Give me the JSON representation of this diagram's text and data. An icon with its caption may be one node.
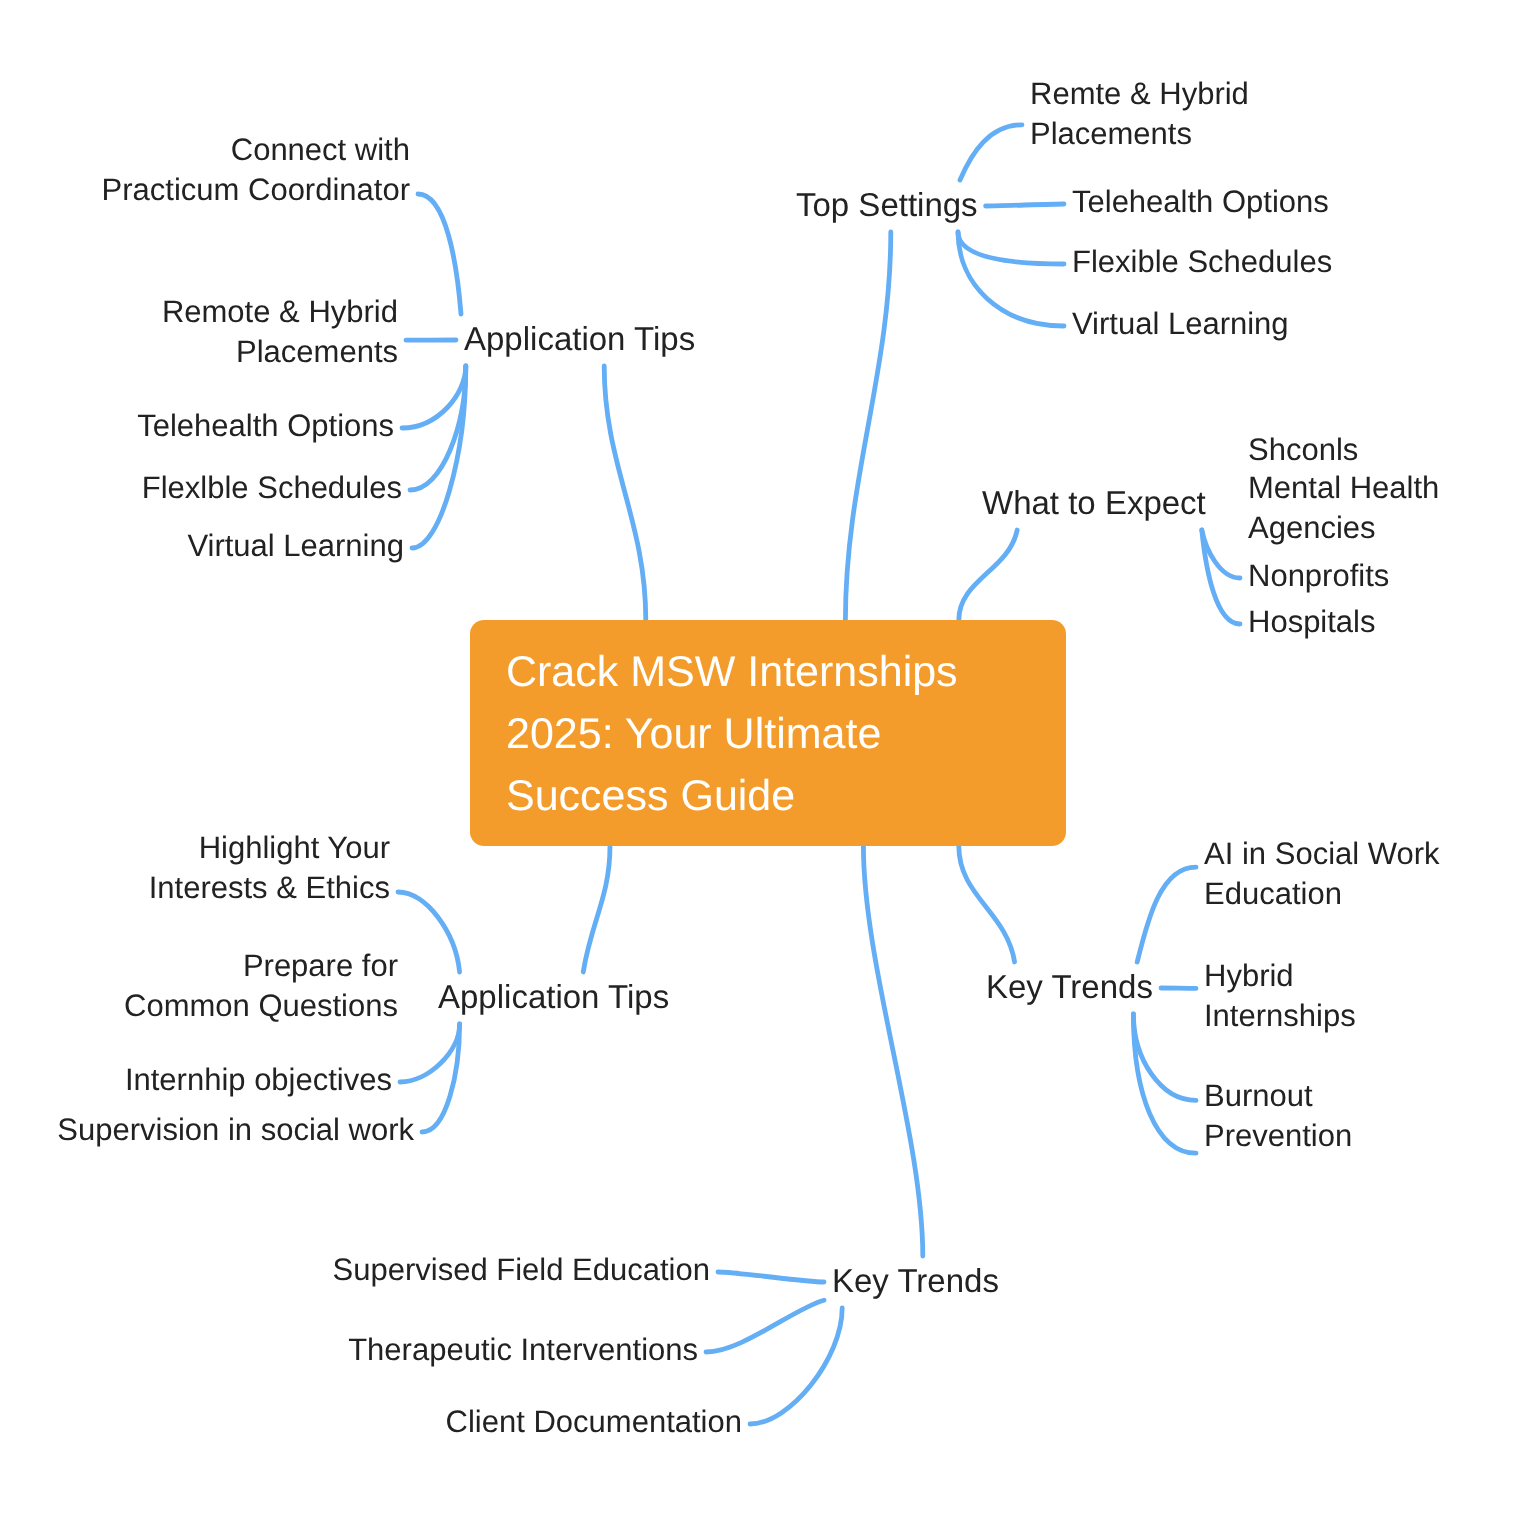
{
  "diagram": {
    "nodes": [
      {
        "text": [
          "Crack MSW Internships 2025: Your Ultimate Success Guide"
        ]
      },
      {
        "text": [
          "Top Settings"
        ]
      },
      {
        "text": [
          "Remte & Hybrid Placements"
        ]
      },
      {
        "text": [
          "Telehealth Options"
        ]
      },
      {
        "text": [
          "Flexible Schedules"
        ]
      },
      {
        "text": [
          "Virtual Learning"
        ]
      },
      {
        "text": [
          "Connect with Practicum Coordinator"
        ]
      },
      {
        "text": [
          "Application Tips"
        ]
      },
      {
        "text": [
          "Remote & Hybrid Placements"
        ]
      },
      {
        "text": [
          "Telehealth Options"
        ]
      },
      {
        "text": [
          "Flexlble Schedules"
        ]
      },
      {
        "text": [
          "Virtual Learning"
        ]
      },
      {
        "text": [
          "What to Expect"
        ]
      },
      {
        "text": [
          "Nonprofits"
        ]
      },
      {
        "text": [
          "Hospitals"
        ]
      },
      {
        "text": [
          "Key Trends"
        ]
      },
      {
        "text": [
          "AI in Social Work Education"
        ]
      },
      {
        "text": [
          "Hybrid Internships"
        ]
      },
      {
        "text": [
          "Burnout Prevention"
        ]
      },
      {
        "text": [
          "Highlight Your Interests & Ethics"
        ]
      },
      {
        "text": [
          "Application Tips"
        ]
      },
      {
        "text": [
          "Internhip objectives"
        ]
      },
      {
        "text": [
          "Supervision in social work"
        ]
      },
      {
        "text": [
          "Key Trends"
        ]
      },
      {
        "text": [
          "Supervised Field Education"
        ]
      },
      {
        "text": [
          "Therapeutic Interventions"
        ]
      },
      {
        "text": [
          "Client Documentation"
        ]
      }
    ],
    "edges": [
      {
        "from": 0,
        "to": 1,
        "arrow": "none"
      },
      {
        "from": 1,
        "to": 2,
        "arrow": "none"
      },
      {
        "from": 1,
        "to": 3,
        "arrow": "none"
      },
      {
        "from": 1,
        "to": 4,
        "arrow": "none"
      },
      {
        "from": 1,
        "to": 5,
        "arrow": "none"
      },
      {
        "from": 0,
        "to": 7,
        "arrow": "none"
      },
      {
        "from": 7,
        "to": 6,
        "arrow": "none"
      },
      {
        "from": 7,
        "to": 8,
        "arrow": "none"
      },
      {
        "from": 7,
        "to": 9,
        "arrow": "none"
      },
      {
        "from": 7,
        "to": 10,
        "arrow": "none"
      },
      {
        "from": 7,
        "to": 11,
        "arrow": "none"
      },
      {
        "from": 0,
        "to": 12,
        "arrow": "none"
      },
      {
        "from": 12,
        "to": 13,
        "arrow": "none"
      },
      {
        "from": 12,
        "to": 14,
        "arrow": "none"
      },
      {
        "from": 0,
        "to": 15,
        "arrow": "none"
      },
      {
        "from": 15,
        "to": 16,
        "arrow": "none"
      },
      {
        "from": 15,
        "to": 17,
        "arrow": "none"
      },
      {
        "from": 15,
        "to": 18,
        "arrow": "none"
      },
      {
        "from": 15,
        "to": 18,
        "arrow": "none"
      },
      {
        "from": 0,
        "to": 20,
        "arrow": "none"
      },
      {
        "from": 20,
        "to": 19,
        "arrow": "none"
      },
      {
        "from": 20,
        "to": 21,
        "arrow": "none"
      },
      {
        "from": 20,
        "to": 22,
        "arrow": "none"
      },
      {
        "from": 0,
        "to": 23,
        "arrow": "none"
      },
      {
        "from": 23,
        "to": 24,
        "arrow": "none"
      },
      {
        "from": 23,
        "to": 25,
        "arrow": "none"
      },
      {
        "from": 23,
        "to": 26,
        "arrow": "none"
      }
    ],
    "labels": [
      "Shconls",
      "Mental Health Agencies",
      "Prepare for Common Questions"
    ]
  }
}
